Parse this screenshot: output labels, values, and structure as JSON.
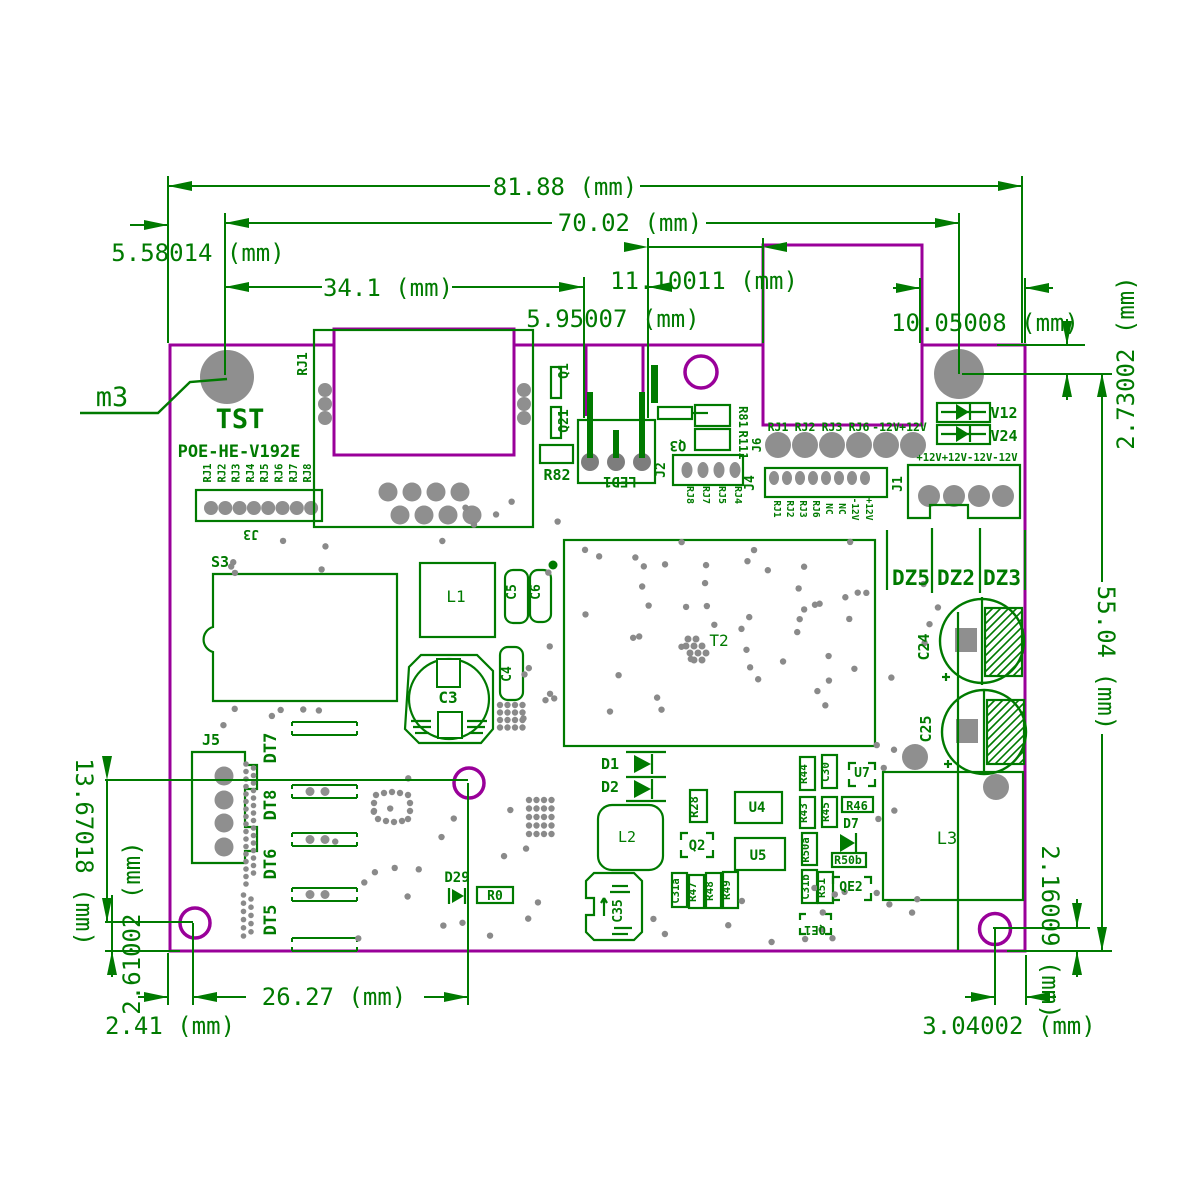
{
  "drawing": {
    "type": "pcb-dimensional-drawing",
    "board_name": "POE-HE-V192E",
    "test_point_label": "TST",
    "mounting_hole_label": "m3",
    "units": "mm"
  },
  "colors": {
    "trace_green": "#007a00",
    "board_purple": "#990099",
    "pad_gray": "#8f8f8f",
    "pad_dark": "#7d7d7d"
  },
  "dimensions_mm": [
    81.88,
    70.02,
    5.58014,
    34.1,
    11.10011,
    5.95007,
    10.05008,
    2.73002,
    55.04,
    13.67018,
    2.61002,
    2.41,
    26.27,
    3.04002,
    2.16009
  ],
  "labels": [
    {
      "n": "d81",
      "t": "81.88 (mm)"
    },
    {
      "n": "d70",
      "t": "70.02 (mm)"
    },
    {
      "n": "d558",
      "t": "5.58014 (mm)"
    },
    {
      "n": "d341",
      "t": "34.1 (mm)"
    },
    {
      "n": "d1110",
      "t": "11.10011 (mm)"
    },
    {
      "n": "d595",
      "t": "5.95007 (mm)"
    },
    {
      "n": "d1005",
      "t": "10.05008 (mm)"
    },
    {
      "n": "d273",
      "t": "2.73002 (mm)"
    },
    {
      "n": "d5504",
      "t": "55.04 (mm)"
    },
    {
      "n": "d1367",
      "t": "13.67018 (mm)"
    },
    {
      "n": "d261",
      "t": "2.61002 (mm)"
    },
    {
      "n": "d241",
      "t": "2.41 (mm)"
    },
    {
      "n": "d2627",
      "t": "26.27 (mm)"
    },
    {
      "n": "d304",
      "t": "3.04002 (mm)"
    },
    {
      "n": "d216",
      "t": "2.16009 (mm)"
    },
    {
      "n": "m3",
      "t": "m3"
    },
    {
      "n": "tst",
      "t": "TST"
    },
    {
      "n": "pn",
      "t": "POE-HE-V192E"
    },
    {
      "n": "rj1c",
      "t": "RJ1"
    },
    {
      "n": "j3",
      "t": "J3"
    },
    {
      "n": "j3p1",
      "t": "RJ1"
    },
    {
      "n": "j3p2",
      "t": "RJ2"
    },
    {
      "n": "j3p3",
      "t": "RJ3"
    },
    {
      "n": "j3p4",
      "t": "RJ4"
    },
    {
      "n": "j3p5",
      "t": "RJ5"
    },
    {
      "n": "j3p6",
      "t": "RJ6"
    },
    {
      "n": "j3p7",
      "t": "RJ7"
    },
    {
      "n": "j3p8",
      "t": "RJ8"
    },
    {
      "n": "q1",
      "t": "Q1"
    },
    {
      "n": "q21",
      "t": "Q21"
    },
    {
      "n": "r82",
      "t": "R82"
    },
    {
      "n": "led1",
      "t": "LED1"
    },
    {
      "n": "q3",
      "t": "Q3"
    },
    {
      "n": "r81",
      "t": "R81"
    },
    {
      "n": "r111",
      "t": "R111"
    },
    {
      "n": "j2",
      "t": "J2"
    },
    {
      "n": "j2p1",
      "t": "RJ8"
    },
    {
      "n": "j2p2",
      "t": "RJ7"
    },
    {
      "n": "j2p3",
      "t": "RJ5"
    },
    {
      "n": "j2p4",
      "t": "RJ4"
    },
    {
      "n": "j6",
      "t": "J6"
    },
    {
      "n": "j6p1",
      "t": "RJ1"
    },
    {
      "n": "j6p2",
      "t": "RJ2"
    },
    {
      "n": "j6p3",
      "t": "RJ3"
    },
    {
      "n": "j6p4",
      "t": "RJ6"
    },
    {
      "n": "j6p5",
      "t": "-12V"
    },
    {
      "n": "j6p6",
      "t": "+12V"
    },
    {
      "n": "j4",
      "t": "J4"
    },
    {
      "n": "j4p1",
      "t": "RJ1"
    },
    {
      "n": "j4p2",
      "t": "RJ2"
    },
    {
      "n": "j4p3",
      "t": "RJ3"
    },
    {
      "n": "j4p4",
      "t": "RJ6"
    },
    {
      "n": "j4p5",
      "t": "NC"
    },
    {
      "n": "j4p6",
      "t": "NC"
    },
    {
      "n": "j4p7",
      "t": "-12V"
    },
    {
      "n": "j4p8",
      "t": "+12V"
    },
    {
      "n": "j1",
      "t": "J1"
    },
    {
      "n": "j1v",
      "t": "+12V+12V-12V-12V"
    },
    {
      "n": "v12",
      "t": "V12"
    },
    {
      "n": "v24",
      "t": "V24"
    },
    {
      "n": "dz5",
      "t": "DZ5"
    },
    {
      "n": "dz2",
      "t": "DZ2"
    },
    {
      "n": "dz3",
      "t": "DZ3"
    },
    {
      "n": "c24",
      "t": "C24"
    },
    {
      "n": "c25",
      "t": "C25"
    },
    {
      "n": "l3",
      "t": "L3"
    },
    {
      "n": "s3",
      "t": "S3"
    },
    {
      "n": "l1",
      "t": "L1"
    },
    {
      "n": "c5",
      "t": "C5"
    },
    {
      "n": "c6",
      "t": "C6"
    },
    {
      "n": "c3",
      "t": "C3"
    },
    {
      "n": "c4",
      "t": "C4"
    },
    {
      "n": "t2",
      "t": "T2"
    },
    {
      "n": "d1",
      "t": "D1"
    },
    {
      "n": "d2",
      "t": "D2"
    },
    {
      "n": "l2",
      "t": "L2"
    },
    {
      "n": "r28",
      "t": "R28"
    },
    {
      "n": "u4",
      "t": "U4"
    },
    {
      "n": "q2",
      "t": "Q2"
    },
    {
      "n": "u5",
      "t": "U5"
    },
    {
      "n": "c35",
      "t": "C35"
    },
    {
      "n": "c31a",
      "t": "C31a"
    },
    {
      "n": "r47",
      "t": "R47"
    },
    {
      "n": "r48",
      "t": "R48"
    },
    {
      "n": "r49",
      "t": "R49"
    },
    {
      "n": "r44",
      "t": "R44"
    },
    {
      "n": "c30",
      "t": "C30"
    },
    {
      "n": "u7",
      "t": "U7"
    },
    {
      "n": "r43",
      "t": "R43"
    },
    {
      "n": "r45",
      "t": "R45"
    },
    {
      "n": "r46",
      "t": "R46"
    },
    {
      "n": "r50a",
      "t": "R50a"
    },
    {
      "n": "d7",
      "t": "D7"
    },
    {
      "n": "r50b",
      "t": "R50b"
    },
    {
      "n": "c31b",
      "t": "C31b"
    },
    {
      "n": "r51",
      "t": "R51"
    },
    {
      "n": "qe2",
      "t": "QE2"
    },
    {
      "n": "qe1",
      "t": "QE1"
    },
    {
      "n": "d29",
      "t": "D29"
    },
    {
      "n": "r0",
      "t": "R0"
    },
    {
      "n": "j5",
      "t": "J5"
    },
    {
      "n": "dt7",
      "t": "DT7"
    },
    {
      "n": "dt8",
      "t": "DT8"
    },
    {
      "n": "dt6",
      "t": "DT6"
    },
    {
      "n": "dt5",
      "t": "DT5"
    }
  ]
}
